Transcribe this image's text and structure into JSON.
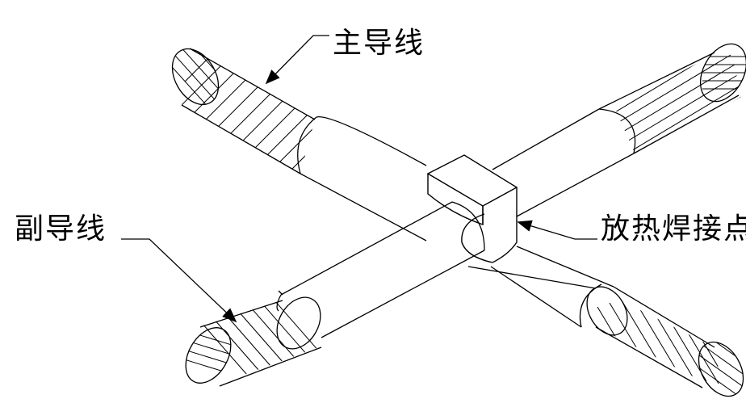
{
  "labels": {
    "main_conductor": "主导线",
    "branch_conductor": "副导线",
    "weld_point": "放热焊接点"
  },
  "colors": {
    "line": "#000000",
    "background": "#ffffff"
  }
}
